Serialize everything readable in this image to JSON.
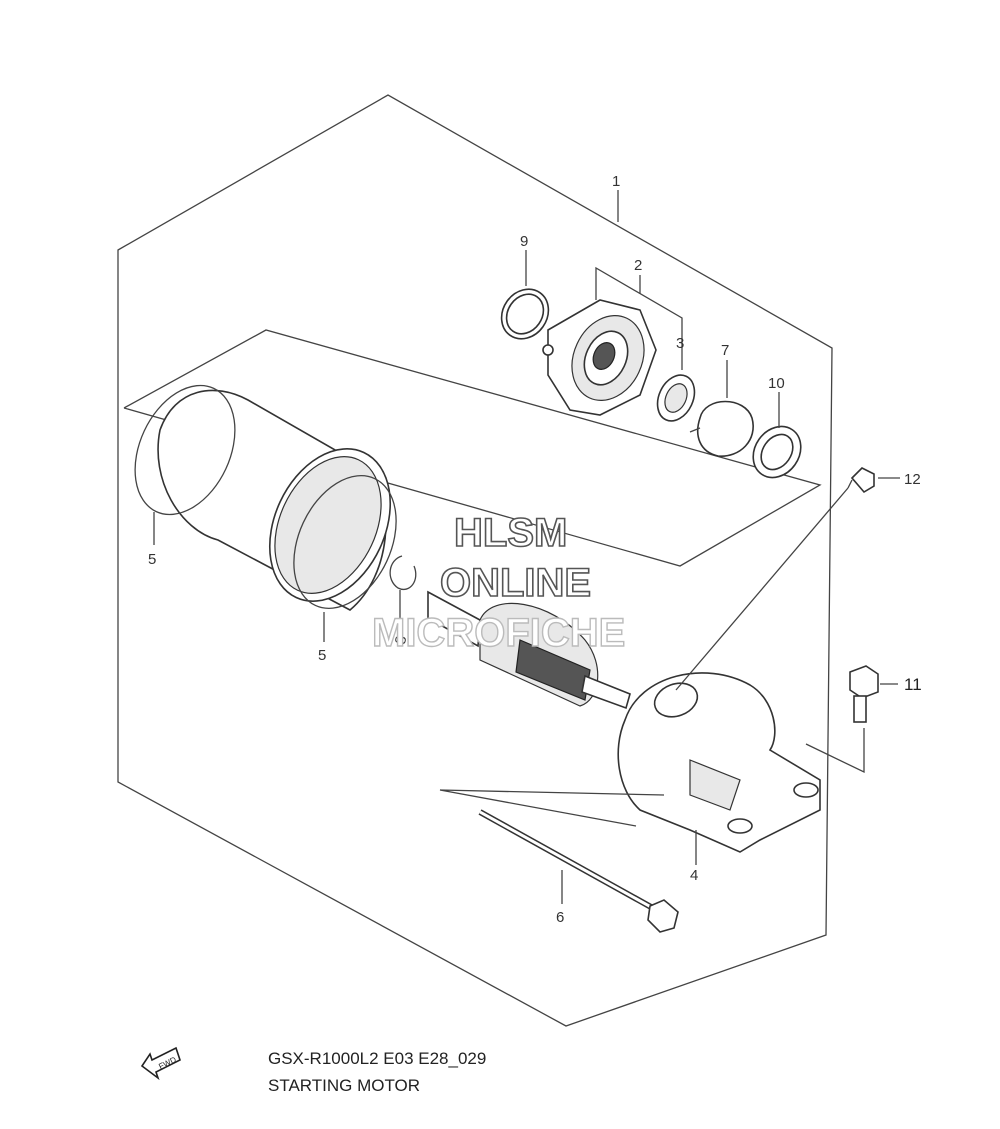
{
  "diagram": {
    "caption": {
      "code": "GSX-R1000L2 E03 E28_029",
      "title": "STARTING MOTOR"
    },
    "watermark": {
      "line1": "HLSM",
      "line2": "ONLINE",
      "line3": "MICROFICHE"
    },
    "fwd_label": "FWD",
    "callouts": [
      {
        "id": "c1",
        "label": "1"
      },
      {
        "id": "c2",
        "label": "2"
      },
      {
        "id": "c3",
        "label": "3"
      },
      {
        "id": "c4",
        "label": "4"
      },
      {
        "id": "c5a",
        "label": "5"
      },
      {
        "id": "c5b",
        "label": "5"
      },
      {
        "id": "c6",
        "label": "6"
      },
      {
        "id": "c7",
        "label": "7"
      },
      {
        "id": "c8",
        "label": "8"
      },
      {
        "id": "c9",
        "label": "9"
      },
      {
        "id": "c10",
        "label": "10"
      },
      {
        "id": "c11",
        "label": "11"
      },
      {
        "id": "c12",
        "label": "12"
      }
    ]
  }
}
